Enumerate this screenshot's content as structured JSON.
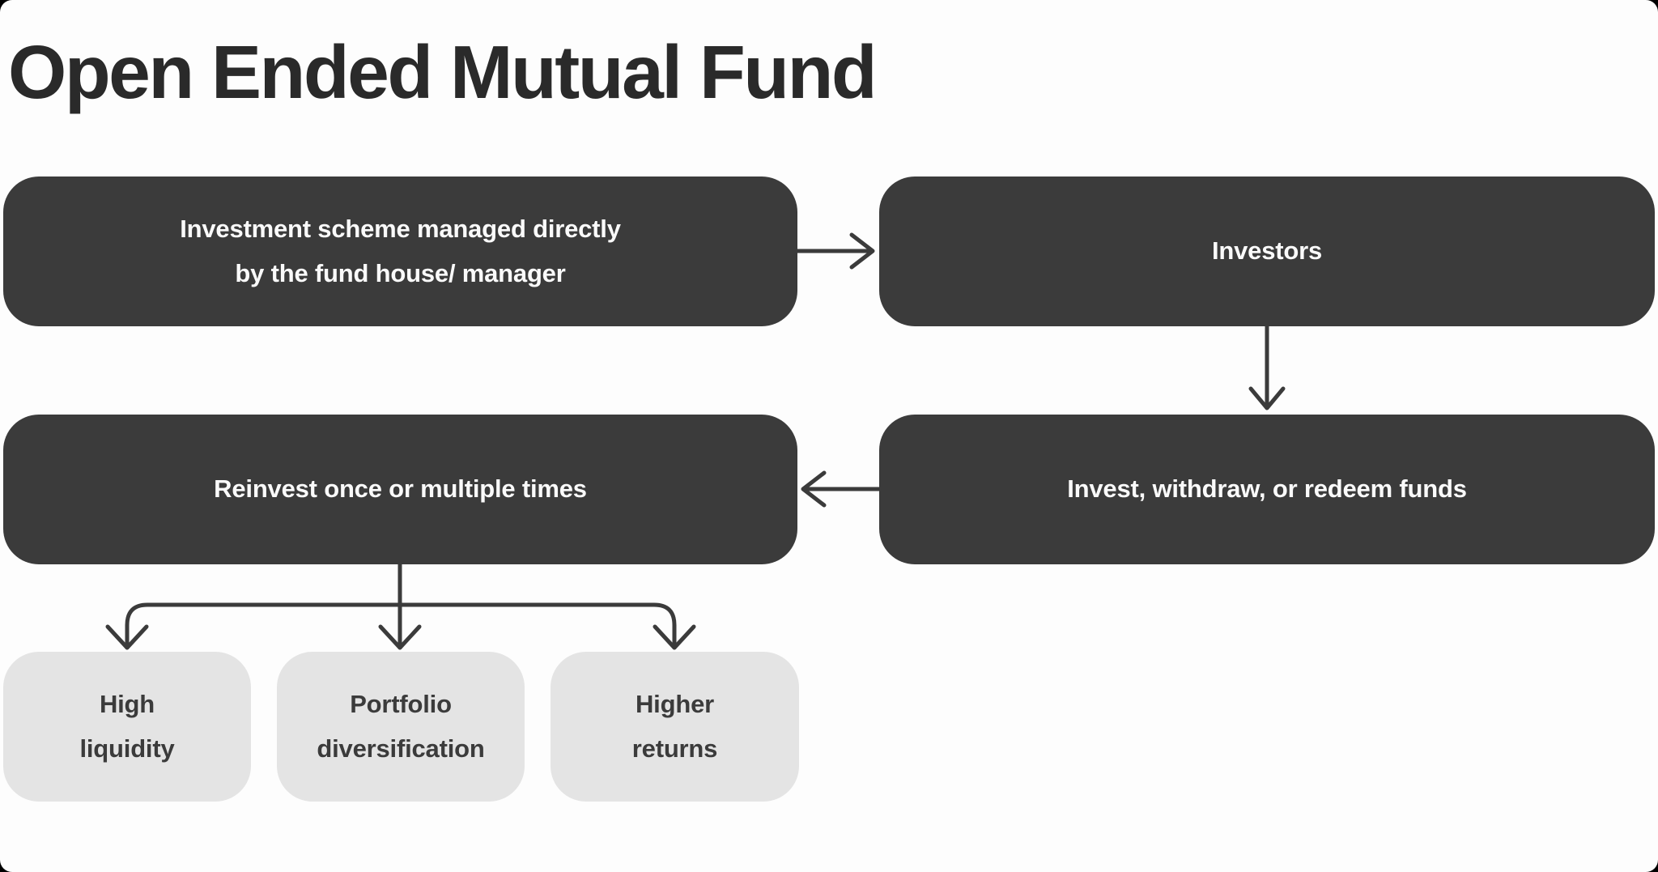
{
  "page": {
    "title": "Open Ended Mutual Fund"
  },
  "colors": {
    "backdrop": "#000000",
    "page_background": "#fdfdfd",
    "dark_node_fill": "#3b3b3b",
    "dark_node_text": "#fafafa",
    "light_node_fill": "#e4e4e4",
    "light_node_text": "#3b3b3b",
    "title_text": "#2a2a2a",
    "connector_stroke": "#3b3b3b"
  },
  "diagram": {
    "nodes": {
      "scheme": {
        "label": "Investment scheme managed directly\nby the fund house/ manager"
      },
      "investors": {
        "label": "Investors"
      },
      "invest": {
        "label": "Invest, withdraw, or redeem funds"
      },
      "reinvest": {
        "label": "Reinvest once or multiple times"
      },
      "liquidity": {
        "label": "High\nliquidity"
      },
      "portfolio": {
        "label": "Portfolio\ndiversification"
      },
      "returns": {
        "label": "Higher\nreturns"
      }
    },
    "edges": [
      {
        "from": "scheme",
        "to": "investors"
      },
      {
        "from": "investors",
        "to": "invest"
      },
      {
        "from": "invest",
        "to": "reinvest"
      },
      {
        "from": "reinvest",
        "to": "liquidity"
      },
      {
        "from": "reinvest",
        "to": "portfolio"
      },
      {
        "from": "reinvest",
        "to": "returns"
      }
    ]
  }
}
